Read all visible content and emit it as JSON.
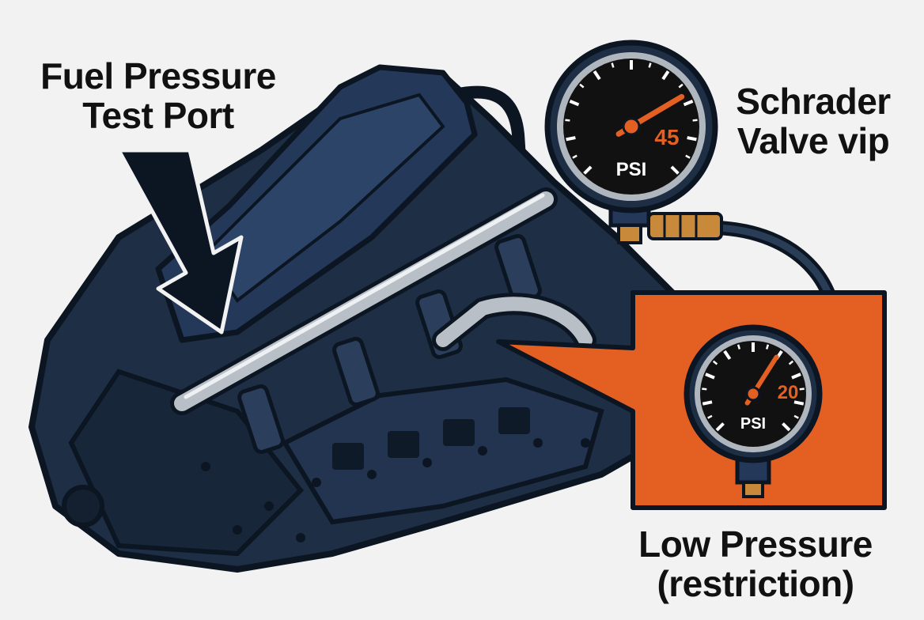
{
  "labels": {
    "test_port": [
      "Fuel Pressure",
      "Test Port"
    ],
    "schrader": [
      "Schrader",
      "Valve vip"
    ],
    "low_pressure": [
      "Low Pressure",
      "(restriction)"
    ]
  },
  "gauges": {
    "main": {
      "value_label": "45",
      "unit": "PSI",
      "reading_fraction": 0.72
    },
    "inset": {
      "value_label": "20",
      "unit": "PSI",
      "reading_fraction": 0.62
    }
  },
  "colors": {
    "engine": "#1d2e45",
    "engine_outline": "#0c1522",
    "accent_orange": "#e35f22",
    "background": "#f2f2f2"
  }
}
